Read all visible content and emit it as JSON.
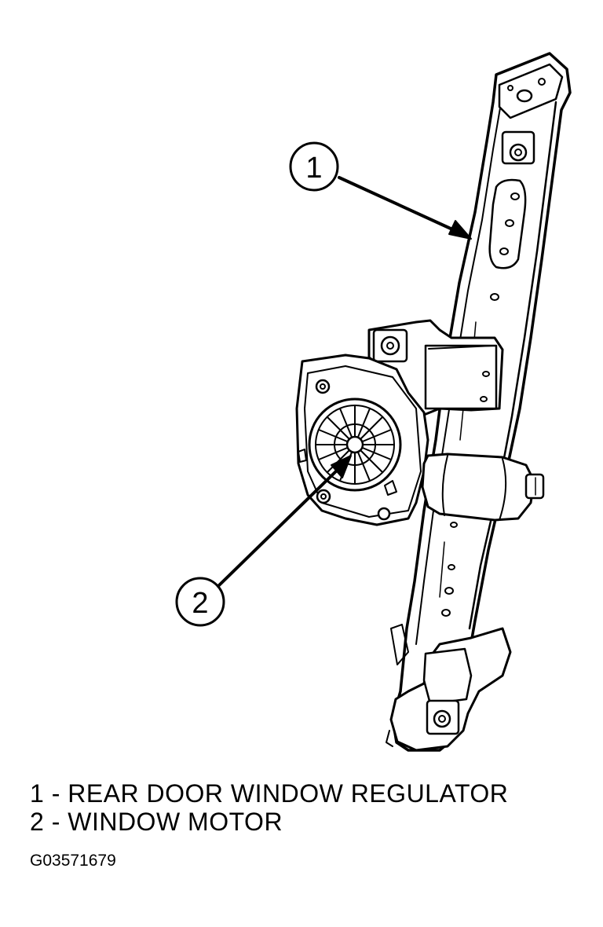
{
  "diagram": {
    "callouts": [
      {
        "id": "1",
        "label": "1"
      },
      {
        "id": "2",
        "label": "2"
      }
    ],
    "legend": [
      {
        "number": "1",
        "text": "1 - REAR DOOR WINDOW REGULATOR"
      },
      {
        "number": "2",
        "text": "2 - WINDOW MOTOR"
      }
    ],
    "figure_id": "G03571679"
  },
  "colors": {
    "ink": "#000000",
    "paper": "#ffffff"
  }
}
